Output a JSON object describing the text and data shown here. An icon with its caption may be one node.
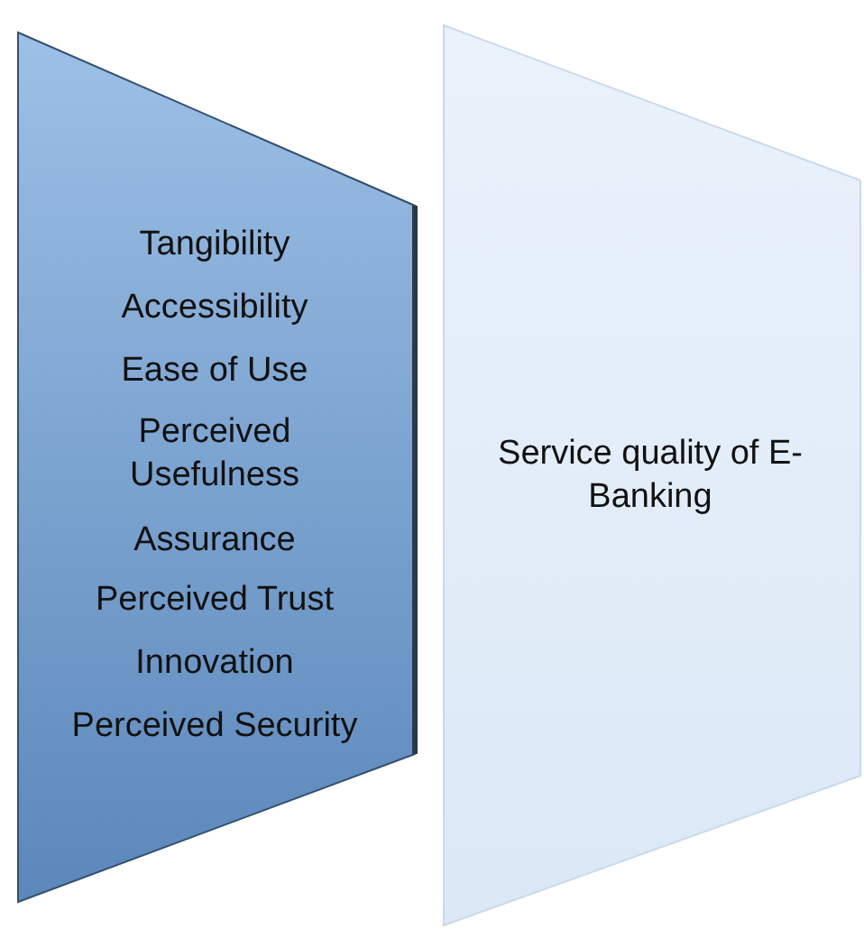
{
  "diagram": {
    "nodes": [
      {
        "text": [
          "Tangibility",
          "Accessibility",
          "Ease of Use",
          "Perceived Usefulness",
          "Assurance",
          "Perceived Trust",
          "Innovation",
          "Perceived Security"
        ]
      },
      {
        "text": [
          "Service quality of E-Banking"
        ]
      }
    ]
  }
}
